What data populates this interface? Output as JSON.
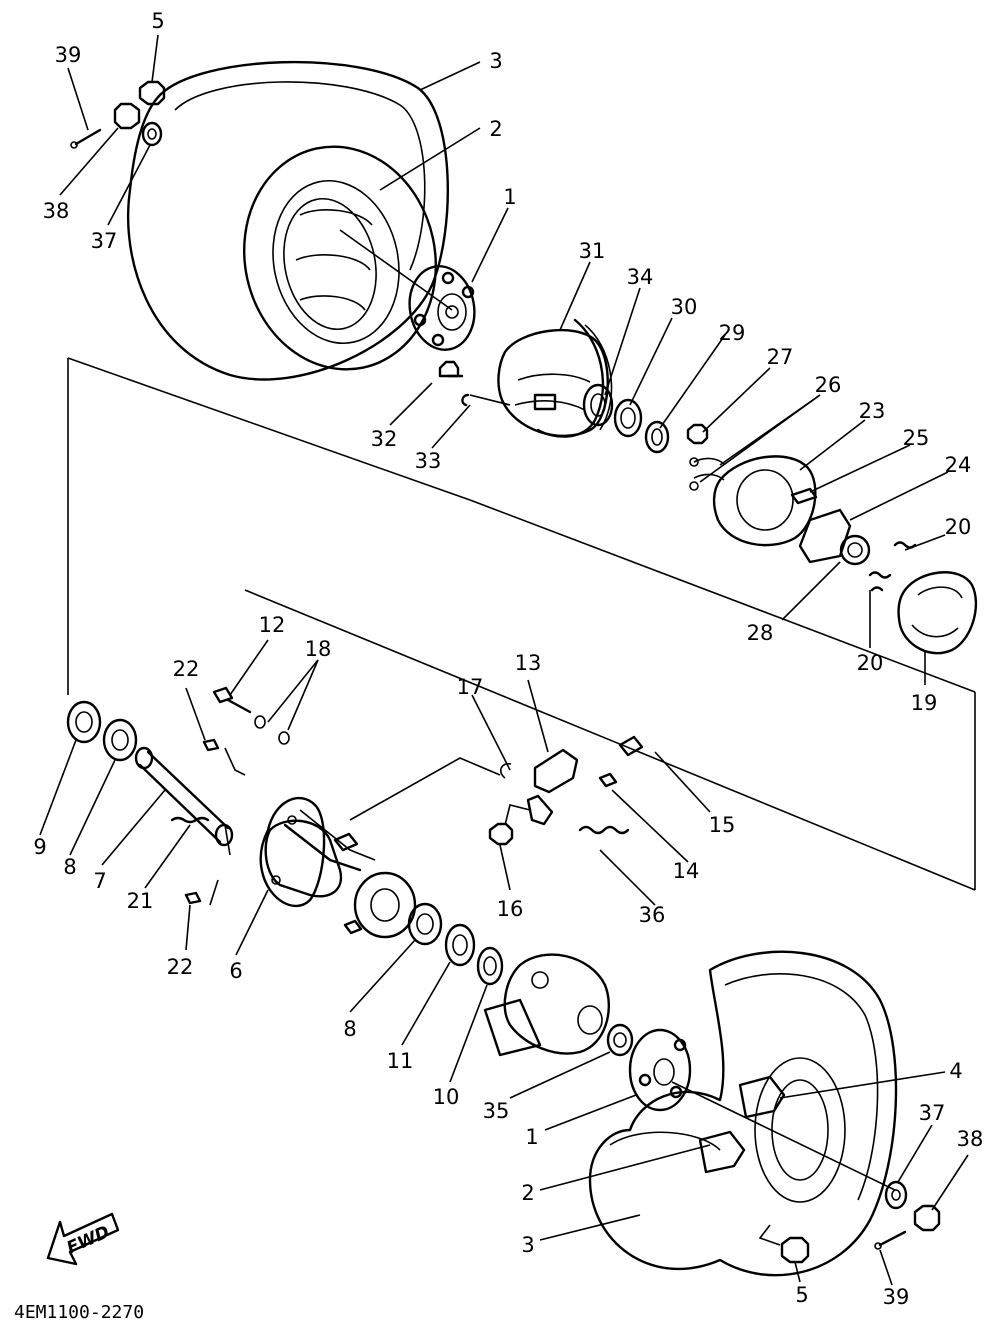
{
  "diagram": {
    "drawing_number": "4EM1100-2270",
    "direction_label": "FWD",
    "callouts": [
      {
        "id": "c-39-top",
        "label": "39"
      },
      {
        "id": "c-5-top",
        "label": "5"
      },
      {
        "id": "c-3-top",
        "label": "3"
      },
      {
        "id": "c-2-top",
        "label": "2"
      },
      {
        "id": "c-38-top",
        "label": "38"
      },
      {
        "id": "c-37-top",
        "label": "37"
      },
      {
        "id": "c-1-top",
        "label": "1"
      },
      {
        "id": "c-31",
        "label": "31"
      },
      {
        "id": "c-34",
        "label": "34"
      },
      {
        "id": "c-30",
        "label": "30"
      },
      {
        "id": "c-29",
        "label": "29"
      },
      {
        "id": "c-27",
        "label": "27"
      },
      {
        "id": "c-26",
        "label": "26"
      },
      {
        "id": "c-23",
        "label": "23"
      },
      {
        "id": "c-25",
        "label": "25"
      },
      {
        "id": "c-24",
        "label": "24"
      },
      {
        "id": "c-32",
        "label": "32"
      },
      {
        "id": "c-33",
        "label": "33"
      },
      {
        "id": "c-20a",
        "label": "20"
      },
      {
        "id": "c-28",
        "label": "28"
      },
      {
        "id": "c-20b",
        "label": "20"
      },
      {
        "id": "c-19",
        "label": "19"
      },
      {
        "id": "c-12",
        "label": "12"
      },
      {
        "id": "c-22a",
        "label": "22"
      },
      {
        "id": "c-18",
        "label": "18"
      },
      {
        "id": "c-13",
        "label": "13"
      },
      {
        "id": "c-17",
        "label": "17"
      },
      {
        "id": "c-15",
        "label": "15"
      },
      {
        "id": "c-14",
        "label": "14"
      },
      {
        "id": "c-16",
        "label": "16"
      },
      {
        "id": "c-36",
        "label": "36"
      },
      {
        "id": "c-9",
        "label": "9"
      },
      {
        "id": "c-8a",
        "label": "8"
      },
      {
        "id": "c-7",
        "label": "7"
      },
      {
        "id": "c-21",
        "label": "21"
      },
      {
        "id": "c-22b",
        "label": "22"
      },
      {
        "id": "c-6",
        "label": "6"
      },
      {
        "id": "c-8b",
        "label": "8"
      },
      {
        "id": "c-11",
        "label": "11"
      },
      {
        "id": "c-10",
        "label": "10"
      },
      {
        "id": "c-35",
        "label": "35"
      },
      {
        "id": "c-1-bot",
        "label": "1"
      },
      {
        "id": "c-4",
        "label": "4"
      },
      {
        "id": "c-37-bot",
        "label": "37"
      },
      {
        "id": "c-38-bot",
        "label": "38"
      },
      {
        "id": "c-2-bot",
        "label": "2"
      },
      {
        "id": "c-3-bot",
        "label": "3"
      },
      {
        "id": "c-5-bot",
        "label": "5"
      },
      {
        "id": "c-39-bot",
        "label": "39"
      }
    ]
  }
}
